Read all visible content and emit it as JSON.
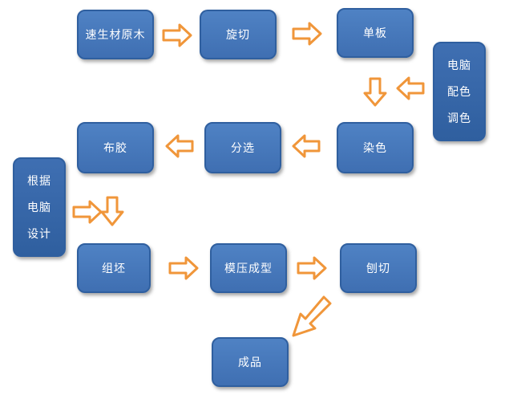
{
  "nodes": {
    "speed_wood": "速生材原木",
    "rotary_cut": "旋切",
    "veneer": "单板",
    "dyeing": "染色",
    "sorting": "分选",
    "glue": "布胶",
    "assembly": "组坯",
    "molding": "模压成型",
    "planing": "刨切",
    "product": "成品"
  },
  "side_notes": {
    "color_matching": [
      "电脑",
      "配色",
      "调色"
    ],
    "design": [
      "根据",
      "电脑",
      "设计"
    ]
  },
  "colors": {
    "box_fill": "#4a7bbf",
    "box_border": "#2f5f9f",
    "arrow_fill": "#ffffff",
    "arrow_stroke": "#f0963a"
  }
}
